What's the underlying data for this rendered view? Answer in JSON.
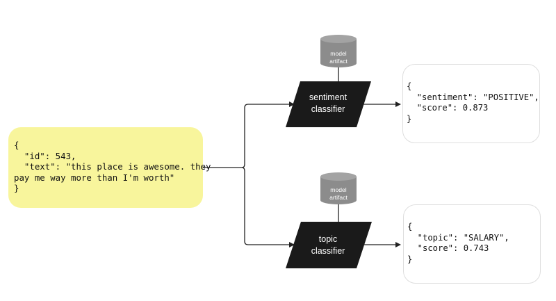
{
  "diagram": {
    "input": {
      "lines": [
        "{",
        "  \"id\": 543,",
        "  \"text\": \"this place is awesome. they",
        "pay me way more than I'm worth\"",
        "}"
      ]
    },
    "artifacts": [
      {
        "label_line1": "model",
        "label_line2": "artifact"
      },
      {
        "label_line1": "model",
        "label_line2": "artifact"
      }
    ],
    "classifiers": [
      {
        "line1": "sentiment",
        "line2": "classifier"
      },
      {
        "line1": "topic",
        "line2": "classifier"
      }
    ],
    "outputs": [
      {
        "lines": [
          "{",
          "  \"sentiment\": \"POSITIVE\",",
          "  \"score\": 0.873",
          "}"
        ]
      },
      {
        "lines": [
          "{",
          "  \"topic\": \"SALARY\",",
          "  \"score\": 0.743",
          "}"
        ]
      }
    ],
    "colors": {
      "input_fill": "#f8f59c",
      "classifier_fill": "#1a1a1a",
      "artifact_fill": "#8c8c8c",
      "wire": "#222222"
    }
  }
}
